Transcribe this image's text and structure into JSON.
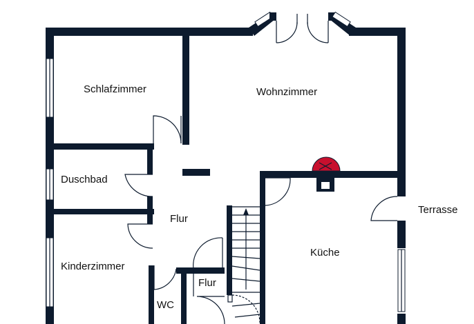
{
  "rooms": {
    "schlafzimmer": "Schlafzimmer",
    "wohnzimmer": "Wohnzimmer",
    "duschbad": "Duschbad",
    "flur_main": "Flur",
    "kinderzimmer": "Kinderzimmer",
    "kueche": "Küche",
    "flur_small": "Flur",
    "wc": "WC",
    "terrasse": "Terrasse"
  },
  "colors": {
    "wall": "#0d1b2e",
    "fireplace": "#c8102e"
  },
  "icons": [
    "fireplace-icon",
    "staircase-icon"
  ]
}
